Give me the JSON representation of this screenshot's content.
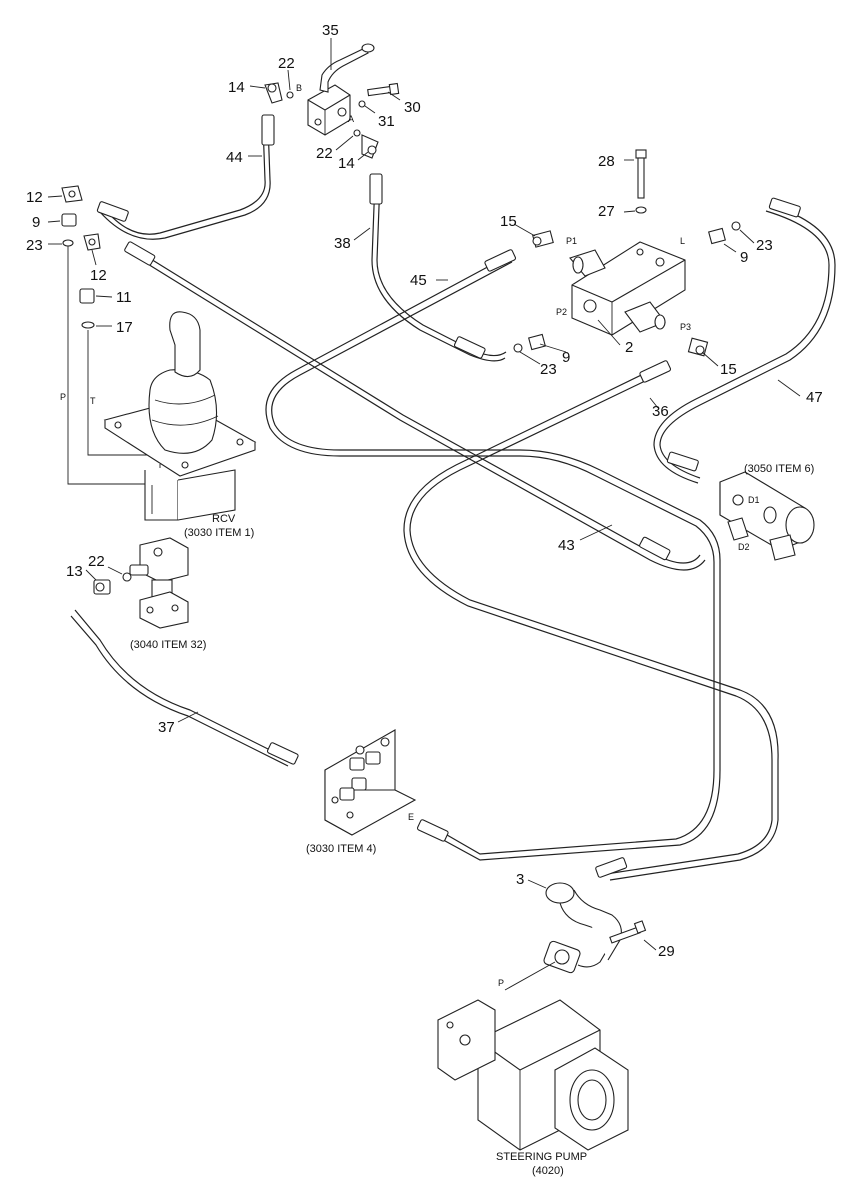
{
  "diagram": {
    "callouts": {
      "c35": "35",
      "c22a": "22",
      "c14a": "14",
      "c30": "30",
      "c31": "31",
      "c22b": "22",
      "c14b": "14",
      "c44": "44",
      "c12a": "12",
      "c9a": "9",
      "c23a": "23",
      "c12b": "12",
      "c11": "11",
      "c17": "17",
      "c28": "28",
      "c27": "27",
      "c15a": "15",
      "c38": "38",
      "c45": "45",
      "c9b": "9",
      "c23b": "23",
      "c2": "2",
      "c9c": "9",
      "c23c": "23",
      "c15b": "15",
      "c36": "36",
      "c47": "47",
      "c43": "43",
      "c13": "13",
      "c22c": "22",
      "c37": "37",
      "c3": "3",
      "c29": "29"
    },
    "port_labels": {
      "b": "B",
      "a": "A",
      "p1": "P1",
      "p2": "P2",
      "p3": "P3",
      "l": "L",
      "p_rcv": "P",
      "t_rcv": "T",
      "d1": "D1",
      "d2": "D2",
      "e": "E",
      "p_pump": "P"
    },
    "captions": {
      "rcv_title": "RCV",
      "rcv_ref": "(3030 ITEM 1)",
      "valve_ref": "(3040 ITEM 32)",
      "motor_ref": "(3050 ITEM 6)",
      "bracket_ref": "(3030 ITEM 4)",
      "pump_title": "STEERING PUMP",
      "pump_ref": "(4020)"
    }
  }
}
